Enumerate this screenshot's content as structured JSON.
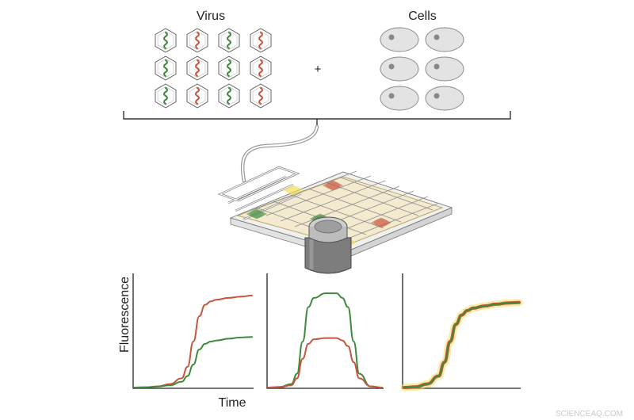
{
  "labels": {
    "virus": "Virus",
    "cells": "Cells",
    "plus": "+",
    "y_axis": "Fluorescence",
    "x_axis": "Time",
    "watermark": "SCIENCEAQ.COM"
  },
  "colors": {
    "green": "#3f8a3c",
    "red": "#c8553d",
    "yellow": "#f2dc5a",
    "outline": "#555555",
    "cell_fill": "#e3e3e3",
    "chip_base": "#f3ead0"
  },
  "virus_grid": [
    [
      "green",
      "red",
      "green",
      "red"
    ],
    [
      "green",
      "red",
      "green",
      "red"
    ],
    [
      "green",
      "red",
      "green",
      "red"
    ]
  ],
  "cell_grid": {
    "rows": 3,
    "cols": 2
  },
  "chip_wells": [
    "yellow",
    "red",
    "green",
    "green",
    "red",
    "yellow"
  ],
  "chart_data": [
    {
      "type": "line",
      "ylabel": "Fluorescence",
      "xlabel": "Time",
      "series": [
        {
          "color": "red",
          "x": [
            0,
            10,
            20,
            30,
            40,
            45,
            50,
            55,
            60,
            65,
            70,
            80,
            90,
            100
          ],
          "y": [
            0,
            0.3,
            1,
            3,
            8,
            18,
            40,
            62,
            72,
            75,
            76.5,
            78,
            79,
            80
          ]
        },
        {
          "color": "green",
          "x": [
            0,
            10,
            20,
            30,
            40,
            45,
            50,
            55,
            60,
            65,
            70,
            80,
            90,
            100
          ],
          "y": [
            0,
            0.2,
            0.8,
            2,
            5,
            10,
            20,
            33,
            38,
            40,
            41,
            42.5,
            43.5,
            44
          ]
        }
      ]
    },
    {
      "type": "line",
      "series": [
        {
          "color": "green",
          "x": [
            0,
            10,
            20,
            25,
            30,
            35,
            40,
            50,
            60,
            65,
            70,
            75,
            80,
            90,
            100
          ],
          "y": [
            0,
            0.5,
            3,
            12,
            40,
            70,
            78,
            82,
            82,
            78,
            70,
            40,
            12,
            1,
            0
          ]
        },
        {
          "color": "red",
          "x": [
            0,
            10,
            20,
            25,
            30,
            35,
            40,
            50,
            60,
            65,
            70,
            75,
            80,
            90,
            100
          ],
          "y": [
            0,
            0.3,
            2,
            8,
            25,
            38,
            42,
            43,
            43,
            41,
            36,
            22,
            8,
            1,
            0
          ]
        }
      ]
    },
    {
      "type": "line",
      "series": [
        {
          "color": "yellow",
          "x": [
            0,
            10,
            20,
            30,
            35,
            40,
            45,
            50,
            55,
            60,
            70,
            80,
            90,
            100
          ],
          "y": [
            0,
            0.5,
            3,
            10,
            22,
            40,
            55,
            63,
            67,
            69,
            71,
            72.5,
            73.5,
            74
          ]
        },
        {
          "color": "red",
          "x": [
            0,
            10,
            20,
            30,
            35,
            40,
            45,
            50,
            55,
            60,
            70,
            80,
            90,
            100
          ],
          "y": [
            0,
            0.5,
            3,
            10,
            22,
            40,
            55,
            63,
            67,
            69,
            71,
            72.5,
            73.5,
            74
          ]
        },
        {
          "color": "green",
          "x": [
            0,
            10,
            20,
            30,
            35,
            40,
            45,
            50,
            55,
            60,
            70,
            80,
            90,
            100
          ],
          "y": [
            0,
            0.5,
            3,
            10,
            22,
            40,
            55,
            63,
            67,
            69,
            71,
            72.5,
            73.5,
            74
          ]
        }
      ]
    }
  ]
}
